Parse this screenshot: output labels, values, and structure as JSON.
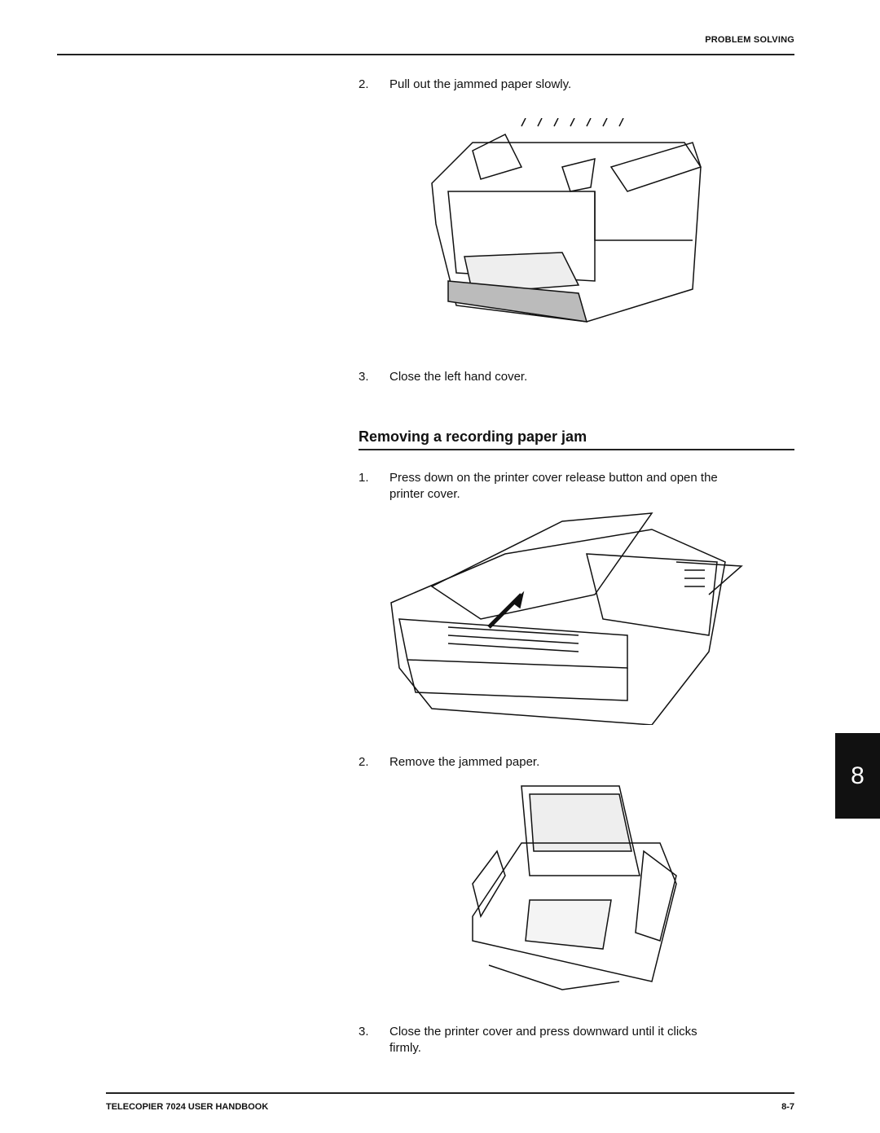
{
  "header": {
    "section": "PROBLEM SOLVING"
  },
  "document_jam_steps": [
    {
      "number": "2.",
      "text": "Pull out the jammed paper slowly."
    },
    {
      "number": "3.",
      "text": "Close the left hand cover."
    }
  ],
  "recording_jam": {
    "heading": "Removing a recording paper jam",
    "steps": [
      {
        "number": "1.",
        "text": "Press down on the printer cover release button and open the",
        "text2": "printer cover."
      },
      {
        "number": "2.",
        "text": "Remove the jammed paper."
      },
      {
        "number": "3.",
        "text": "Close the printer cover and press downward until it clicks",
        "text2": "firmly."
      }
    ]
  },
  "footer": {
    "title": "TELECOPIER 7024 USER HANDBOOK",
    "page": "8-7"
  },
  "chapter_tab": "8"
}
